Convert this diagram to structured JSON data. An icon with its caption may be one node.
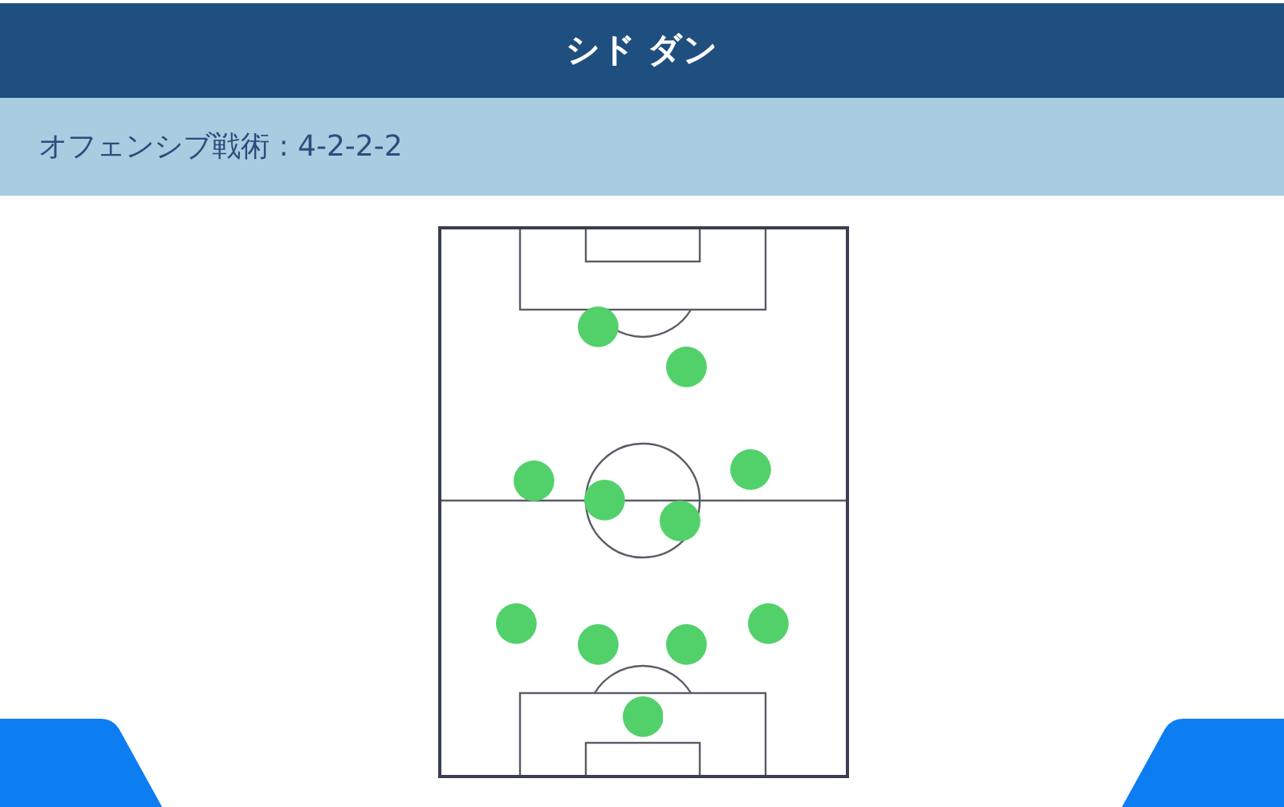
{
  "diagram": {
    "title": "シド ダン",
    "nodes": [
      {
        "text": [],
        "shape": "circle"
      },
      {
        "text": [],
        "shape": "circle"
      },
      {
        "text": [],
        "shape": "circle"
      },
      {
        "text": [],
        "shape": "circle"
      },
      {
        "text": [],
        "shape": "circle"
      },
      {
        "text": [],
        "shape": "circle"
      },
      {
        "text": [],
        "shape": "circle"
      },
      {
        "text": [],
        "shape": "circle"
      },
      {
        "text": [],
        "shape": "circle"
      },
      {
        "text": [],
        "shape": "circle"
      },
      {
        "text": [],
        "shape": "circle"
      }
    ],
    "labels": [
      "オフェンシブ戦術 : 4-2-2-2"
    ]
  }
}
